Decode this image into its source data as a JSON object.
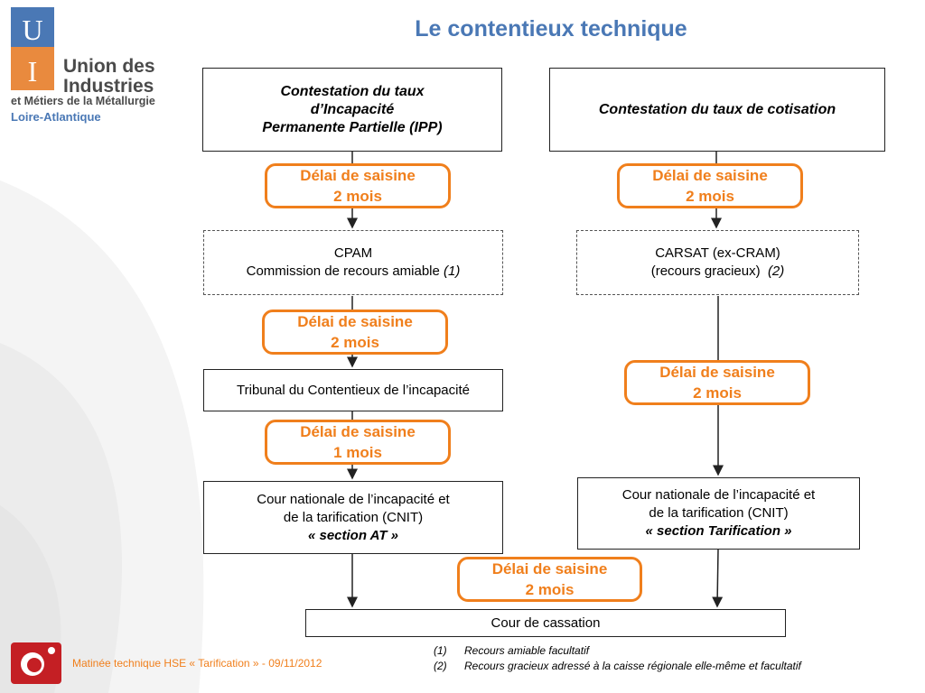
{
  "header": {
    "title": "Le contentieux technique"
  },
  "logo": {
    "letters": [
      "U",
      "I"
    ],
    "line1": "Union des",
    "line2": "Industries",
    "line3": "et Métiers de la Métallurgie",
    "line4": "Loire-Atlantique"
  },
  "left": {
    "header_line1": "Contestation du taux",
    "header_line2": "d’Incapacité",
    "header_line3": "Permanente Partielle (IPP)",
    "delay1": {
      "l1": "Délai de saisine",
      "l2": "2 mois"
    },
    "cpam_line1": "CPAM",
    "cpam_line2": "Commission de recours amiable",
    "cpam_note": "(1)",
    "delay2": {
      "l1": "Délai de saisine",
      "l2": "2 mois"
    },
    "tribunal": "Tribunal du Contentieux de l’incapacité",
    "delay3": {
      "l1": "Délai de saisine",
      "l2": "1 mois"
    },
    "cnit_line1": "Cour nationale de l’incapacité et",
    "cnit_line2": "de la tarification  (CNIT)",
    "cnit_line3": "« section AT »"
  },
  "right": {
    "header": "Contestation du taux de cotisation",
    "delay1": {
      "l1": "Délai de saisine",
      "l2": "2 mois"
    },
    "carsat_line1": "CARSAT (ex-CRAM)",
    "carsat_line2": "(recours gracieux)",
    "carsat_note": "(2)",
    "delay2": {
      "l1": "Délai de saisine",
      "l2": "2 mois"
    },
    "cnit_line1": "Cour nationale de l’incapacité et",
    "cnit_line2": "de la tarification  (CNIT)",
    "cnit_line3": "« section Tarification »"
  },
  "bottom": {
    "delay": {
      "l1": "Délai de saisine",
      "l2": "2 mois"
    },
    "cassation": "Cour de cassation"
  },
  "footer": {
    "event": "Matinée technique HSE « Tarification » - 09/11/2012",
    "note1_num": "(1)",
    "note1": "Recours amiable facultatif",
    "note2_num": "(2)",
    "note2": "Recours gracieux adressé à la caisse régionale elle-même et facultatif"
  },
  "colors": {
    "accent": "#f07f1c",
    "title": "#4a78b5",
    "logo_orange": "#e98a3e",
    "logo_blue": "#4a78b5"
  }
}
